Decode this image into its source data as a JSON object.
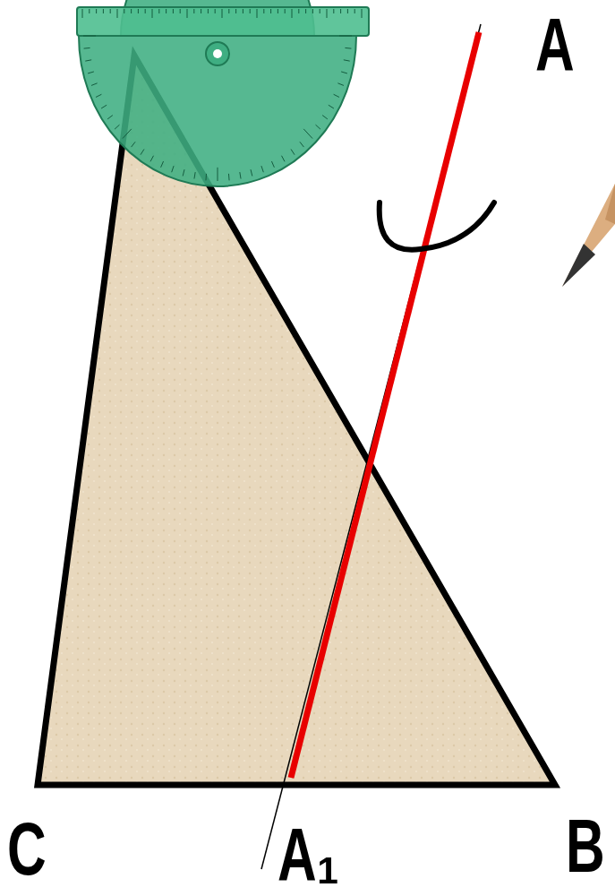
{
  "diagram": {
    "labels": [
      "A",
      "C",
      "B",
      "A₁"
    ]
  }
}
